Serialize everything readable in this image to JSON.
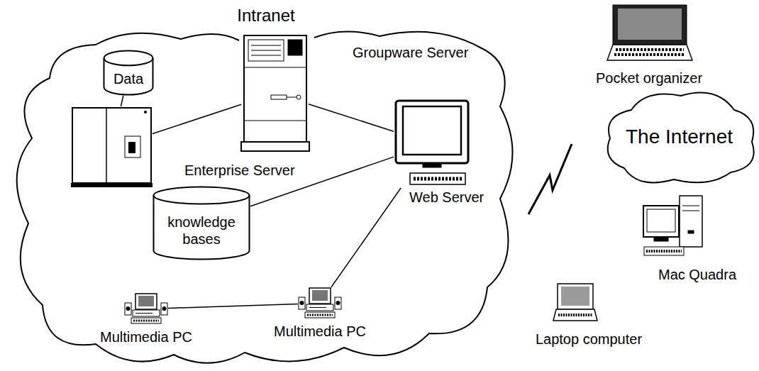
{
  "diagram": {
    "nodes": [
      {
        "text": [
          "Intranet"
        ]
      },
      {
        "text": [
          "Data"
        ],
        "in": 0
      },
      {
        "text": [
          "Enterprise Server"
        ],
        "in": 0
      },
      {
        "text": [
          "Groupware Server"
        ],
        "in": 0
      },
      {
        "text": [
          "Web Server"
        ],
        "in": 0
      },
      {
        "text": [
          "knowledge bases"
        ],
        "in": 0
      },
      {
        "text": [
          "Multimedia PC"
        ],
        "in": 0
      },
      {
        "text": [
          "Multimedia PC"
        ],
        "in": 0
      },
      {
        "text": [
          "Pocket organizer"
        ]
      },
      {
        "text": [
          "The Internet"
        ]
      },
      {
        "text": [
          "Mac Quadra"
        ]
      },
      {
        "text": [
          "Laptop computer"
        ]
      }
    ],
    "edges": [
      {
        "from": 1,
        "to": 2,
        "arrow": "none"
      },
      {
        "from": 2,
        "to": 3,
        "arrow": "none"
      },
      {
        "from": 3,
        "to": 4,
        "arrow": "none"
      },
      {
        "from": 5,
        "to": 4,
        "arrow": "none"
      },
      {
        "from": 4,
        "to": 7,
        "arrow": "none"
      },
      {
        "from": 6,
        "to": 7,
        "arrow": "none"
      }
    ]
  }
}
